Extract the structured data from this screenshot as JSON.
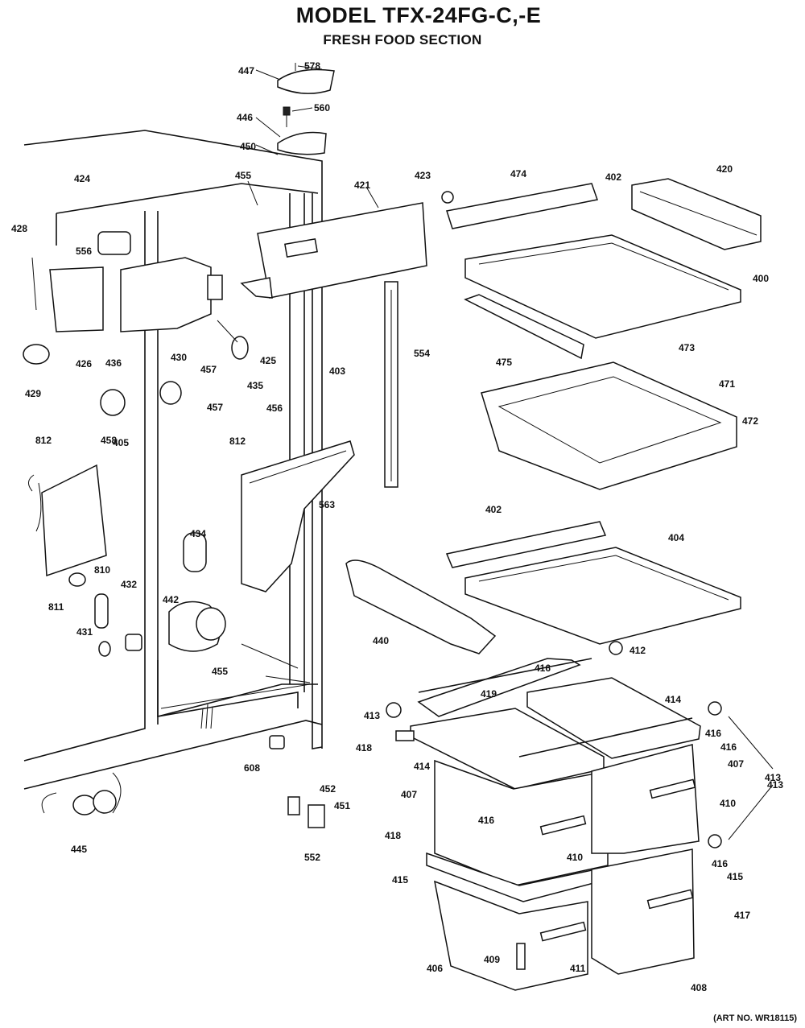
{
  "title": "MODEL TFX-24FG-C,-E",
  "subtitle": "FRESH FOOD SECTION",
  "art_no": "(ART NO. WR18115)",
  "callouts": [
    "447",
    "578",
    "560",
    "446",
    "450",
    "421",
    "423",
    "474",
    "402",
    "420",
    "424",
    "455",
    "428",
    "556",
    "400",
    "473",
    "475",
    "426",
    "430",
    "425",
    "435",
    "403",
    "554",
    "429",
    "436",
    "457",
    "457",
    "456",
    "471",
    "472",
    "812",
    "458",
    "405",
    "812",
    "563",
    "402",
    "404",
    "810",
    "811",
    "434",
    "432",
    "442",
    "431",
    "440",
    "412",
    "455",
    "416",
    "413",
    "419",
    "414",
    "416",
    "413",
    "418",
    "414",
    "416",
    "407",
    "407",
    "410",
    "416",
    "418",
    "410",
    "413",
    "608",
    "452",
    "451",
    "445",
    "552",
    "416",
    "415",
    "415",
    "417",
    "409",
    "406",
    "411",
    "408"
  ]
}
